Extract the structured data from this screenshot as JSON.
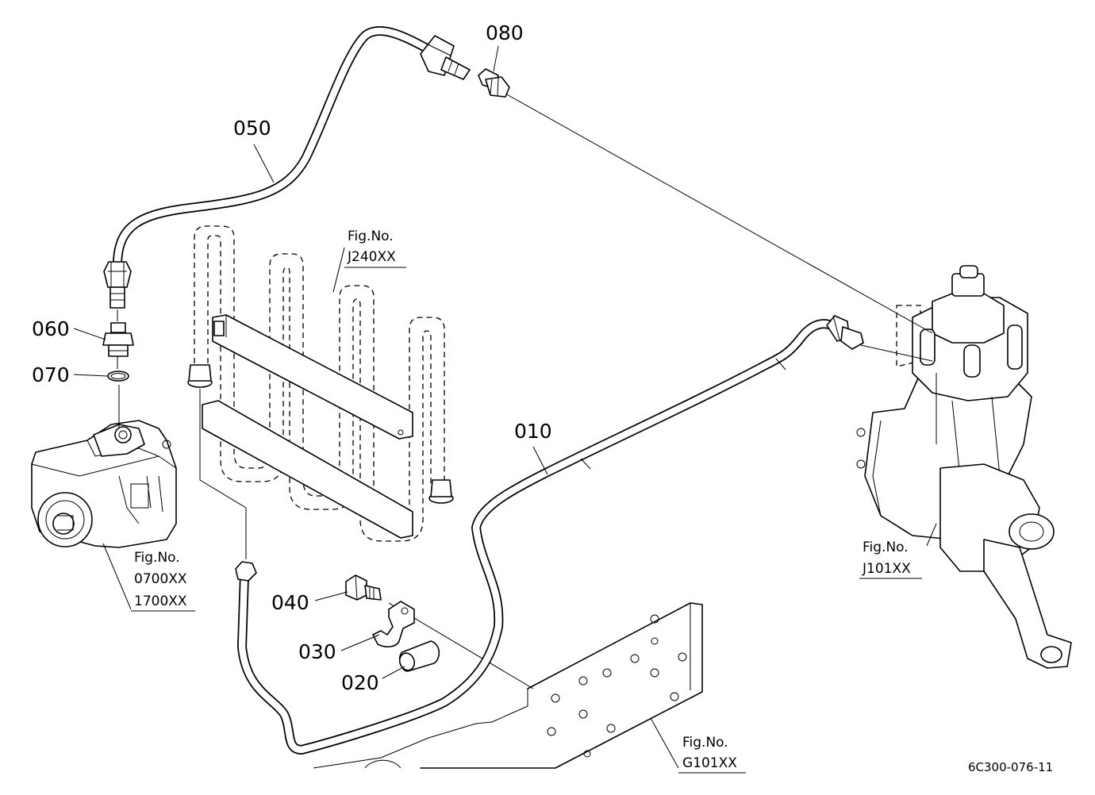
{
  "callouts": {
    "p010": "010",
    "p020": "020",
    "p030": "030",
    "p040": "040",
    "p050": "050",
    "p060": "060",
    "p070": "070",
    "p080": "080"
  },
  "references": {
    "oil_cooler": {
      "label": "Fig.No.",
      "code": "J240XX"
    },
    "hydraulic_pump": {
      "label": "Fig.No.",
      "codes": [
        "0700XX",
        "1700XX"
      ]
    },
    "steering_unit": {
      "label": "Fig.No.",
      "code": "J101XX"
    },
    "frame": {
      "label": "Fig.No.",
      "code": "G101XX"
    }
  },
  "drawing_code": "6C300-076-11"
}
